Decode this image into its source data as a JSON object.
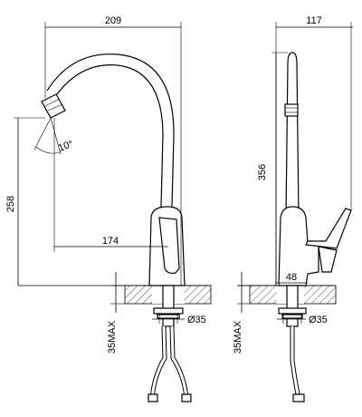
{
  "dimensions": {
    "front_width": "209",
    "side_width": "117",
    "height_total": "356",
    "height_spout": "258",
    "reach": "174",
    "base_depth": "48",
    "angle": "10°",
    "hole_front": "Ø35",
    "hole_side": "Ø35",
    "max_thickness_front": "35MAX",
    "max_thickness_side": "35MAX"
  }
}
